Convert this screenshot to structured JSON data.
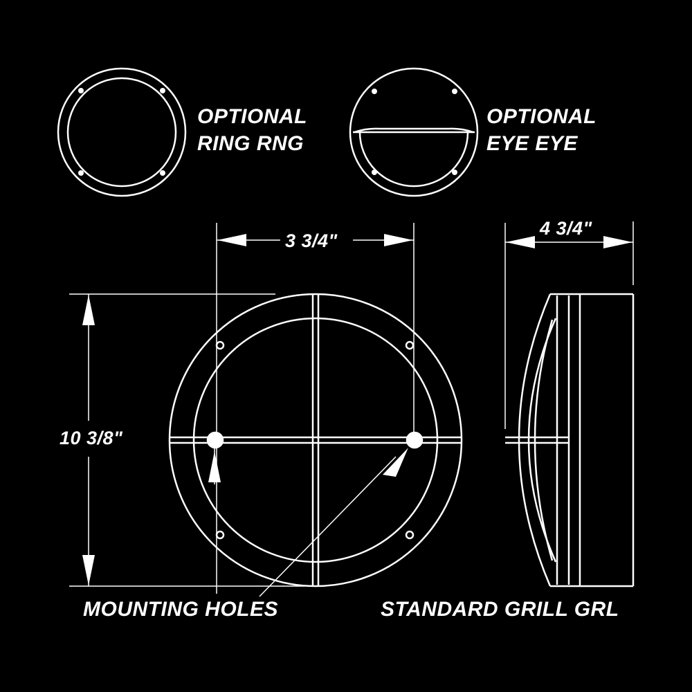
{
  "labels": {
    "ring_line1": "OPTIONAL",
    "ring_line2": "RING  RNG",
    "eye_line1": "OPTIONAL",
    "eye_line2": "EYE  EYE",
    "width_dim": "3 3/4\"",
    "depth_dim": "4 3/4\"",
    "height_dim": "10 3/8\"",
    "mounting": "MOUNTING HOLES",
    "standard": "STANDARD GRILL  GRL"
  },
  "colors": {
    "background": "#000000",
    "line": "#ffffff"
  }
}
